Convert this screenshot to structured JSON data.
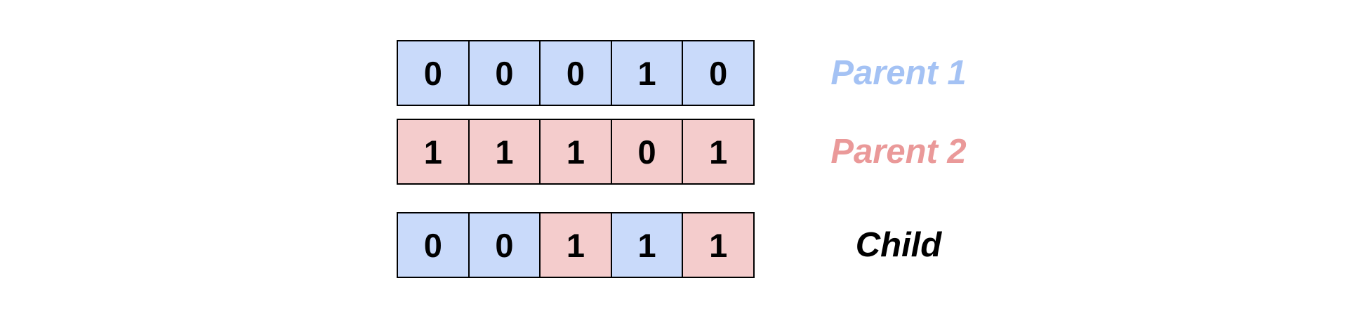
{
  "palette": {
    "background": "#ffffff",
    "blue_cell_fill": "#c9dafa",
    "pink_cell_fill": "#f4cccc",
    "blue_label_text": "#a4c2f4",
    "pink_label_text": "#ea9999",
    "child_label_text": "#000000",
    "cell_border": "#000000",
    "digit_text": "#000000"
  },
  "rows": [
    {
      "id": "parent1",
      "label": "Parent 1",
      "label_color": "#a4c2f4",
      "cells": [
        {
          "value": "0",
          "fill": "#c9dafa",
          "source": "parent1"
        },
        {
          "value": "0",
          "fill": "#c9dafa",
          "source": "parent1"
        },
        {
          "value": "0",
          "fill": "#c9dafa",
          "source": "parent1"
        },
        {
          "value": "1",
          "fill": "#c9dafa",
          "source": "parent1"
        },
        {
          "value": "0",
          "fill": "#c9dafa",
          "source": "parent1"
        }
      ]
    },
    {
      "id": "parent2",
      "label": "Parent 2",
      "label_color": "#ea9999",
      "cells": [
        {
          "value": "1",
          "fill": "#f4cccc",
          "source": "parent2"
        },
        {
          "value": "1",
          "fill": "#f4cccc",
          "source": "parent2"
        },
        {
          "value": "1",
          "fill": "#f4cccc",
          "source": "parent2"
        },
        {
          "value": "0",
          "fill": "#f4cccc",
          "source": "parent2"
        },
        {
          "value": "1",
          "fill": "#f4cccc",
          "source": "parent2"
        }
      ]
    },
    {
      "id": "child",
      "label": "Child",
      "label_color": "#000000",
      "cells": [
        {
          "value": "0",
          "fill": "#c9dafa",
          "source": "parent1"
        },
        {
          "value": "0",
          "fill": "#c9dafa",
          "source": "parent1"
        },
        {
          "value": "1",
          "fill": "#f4cccc",
          "source": "parent2"
        },
        {
          "value": "1",
          "fill": "#c9dafa",
          "source": "parent1"
        },
        {
          "value": "1",
          "fill": "#f4cccc",
          "source": "parent2"
        }
      ]
    }
  ]
}
